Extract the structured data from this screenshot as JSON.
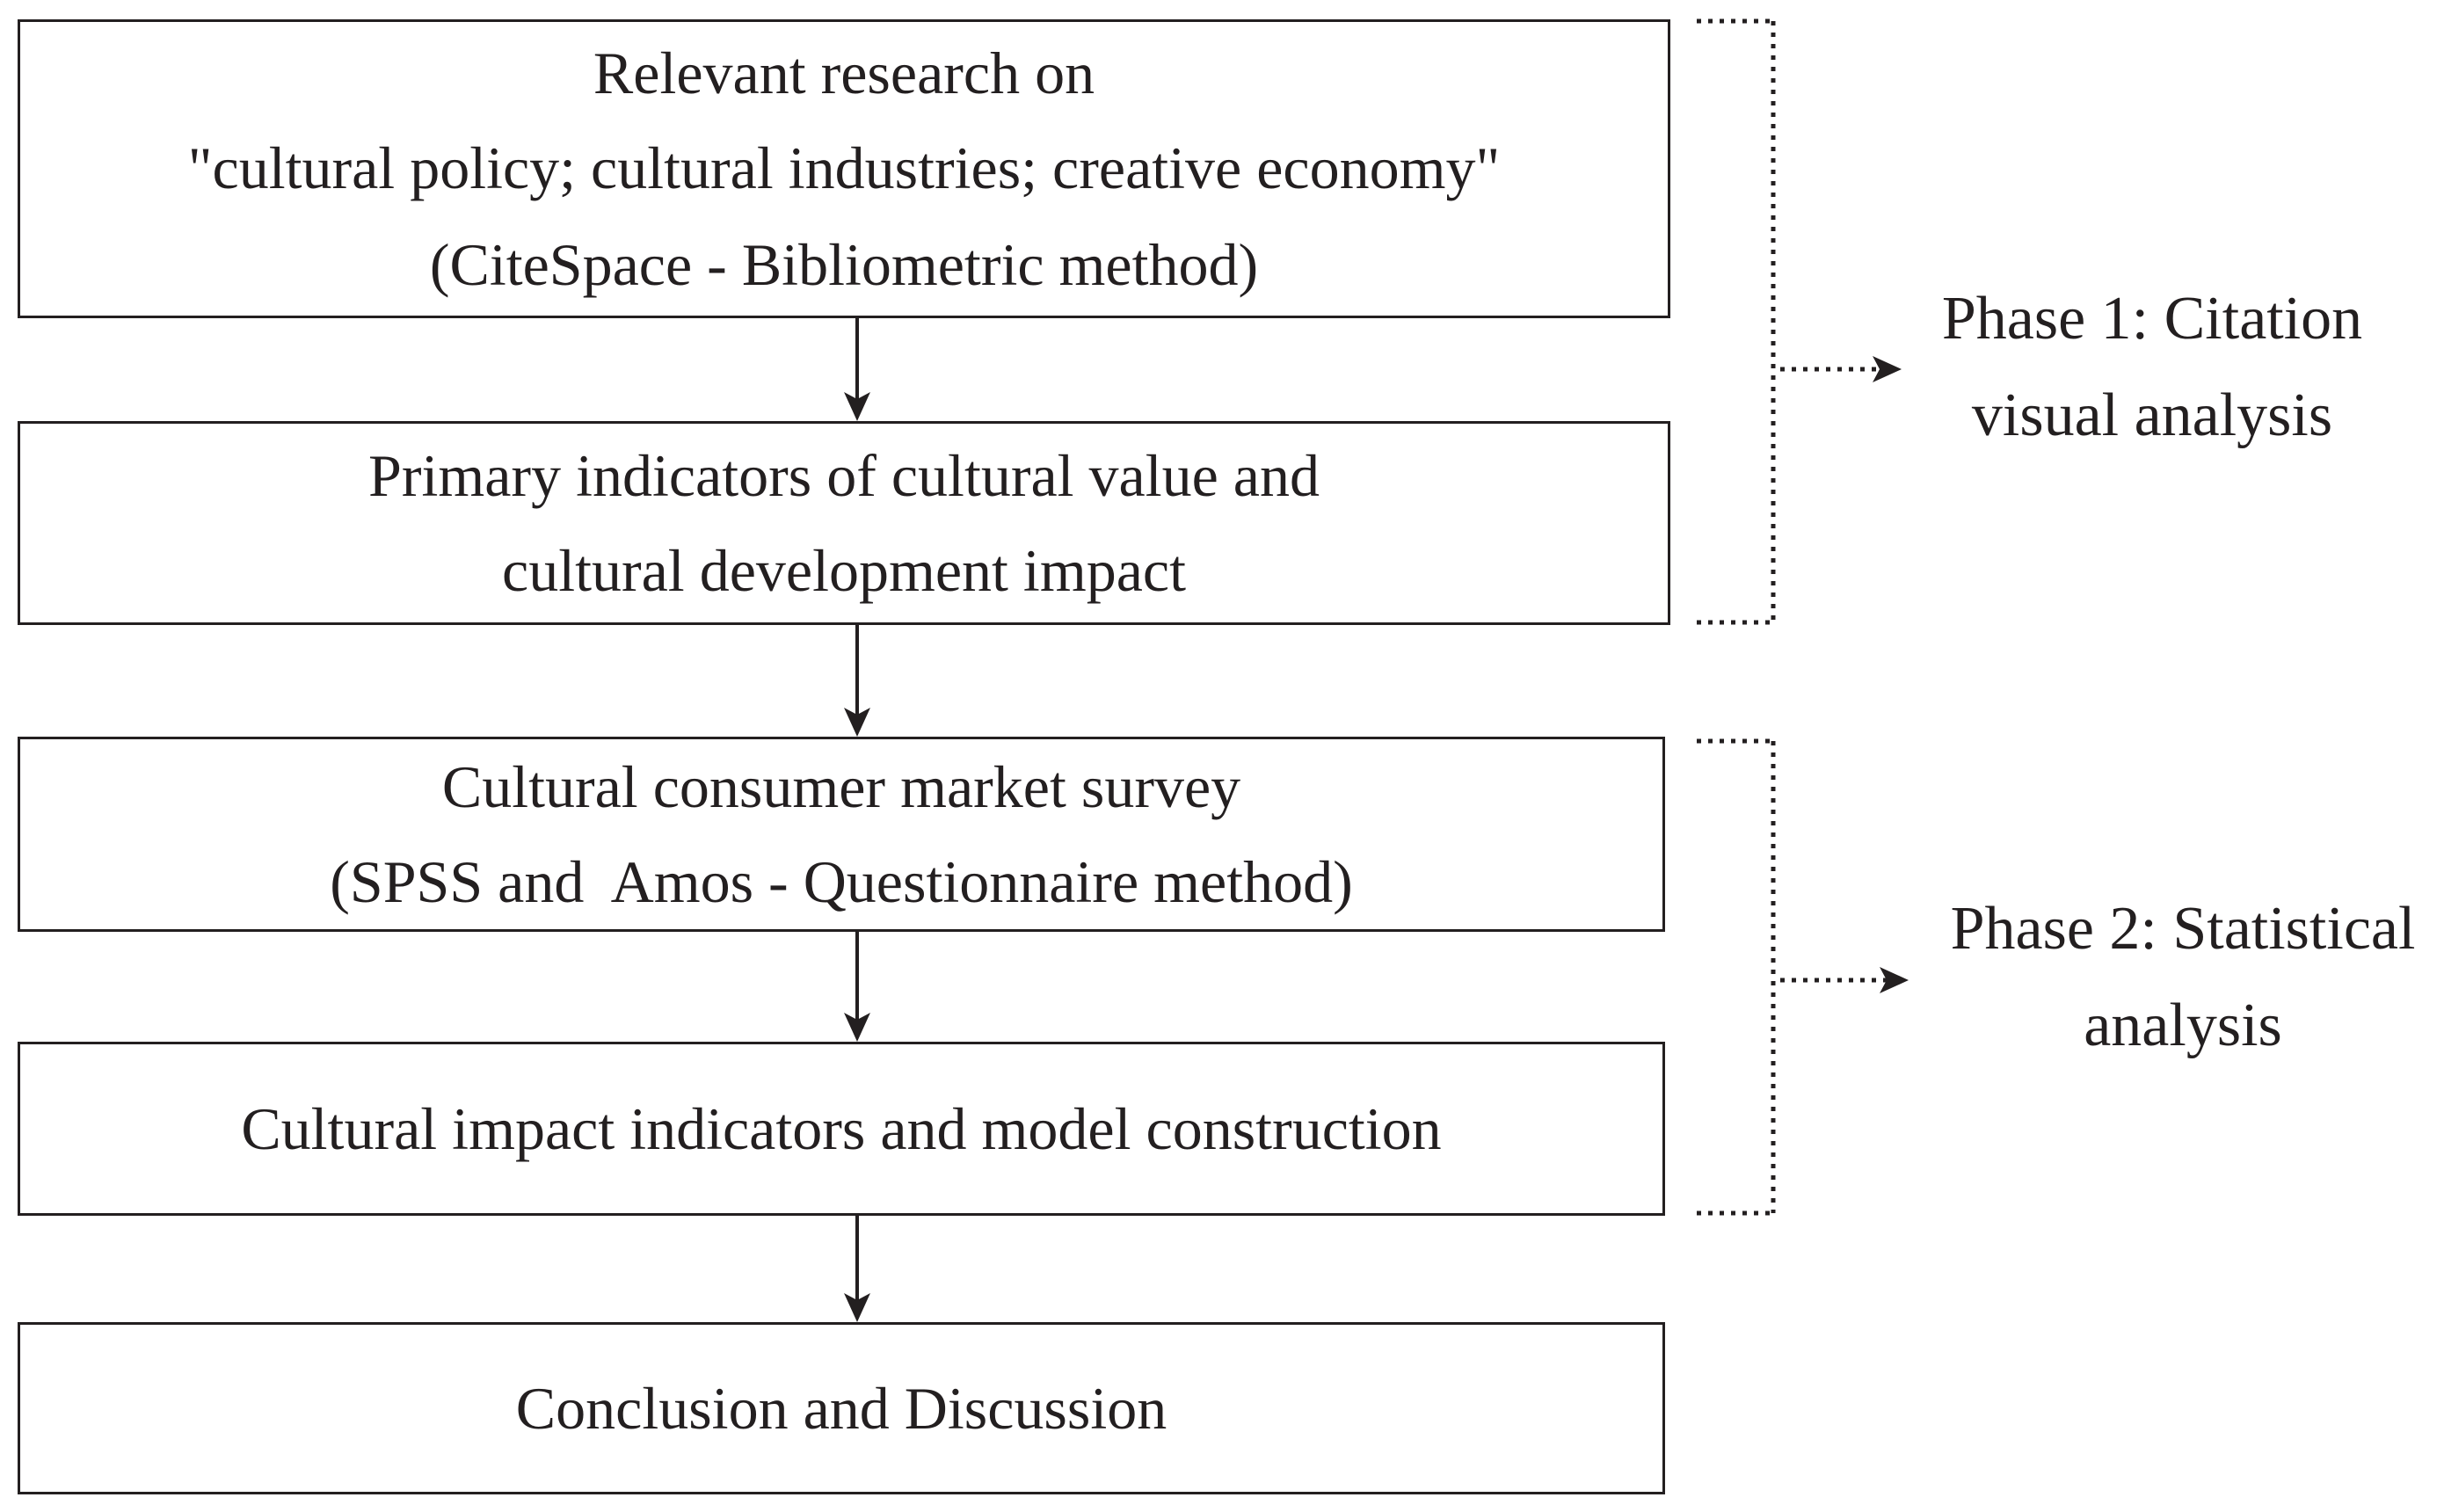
{
  "steps": [
    {
      "lines": [
        "Relevant research on",
        "\"cultural policy; cultural industries; creative economy\"",
        "(CiteSpace - Bibliometric method)"
      ]
    },
    {
      "lines": [
        "Primary indicators of cultural value and",
        "cultural development impact"
      ]
    },
    {
      "lines": [
        "Cultural consumer market survey",
        "(SPSS and  Amos - Questionnaire method)"
      ]
    },
    {
      "lines": [
        "Cultural impact indicators and model construction"
      ]
    },
    {
      "lines": [
        "Conclusion and Discussion"
      ]
    }
  ],
  "phases": [
    {
      "lines": [
        "Phase 1: Citation",
        "visual analysis"
      ],
      "covers_steps": [
        1,
        2
      ]
    },
    {
      "lines": [
        "Phase 2: Statistical",
        "analysis"
      ],
      "covers_steps": [
        3,
        4
      ]
    }
  ],
  "colors": {
    "stroke": "#231f20",
    "text": "#231f20",
    "background": "#ffffff"
  }
}
